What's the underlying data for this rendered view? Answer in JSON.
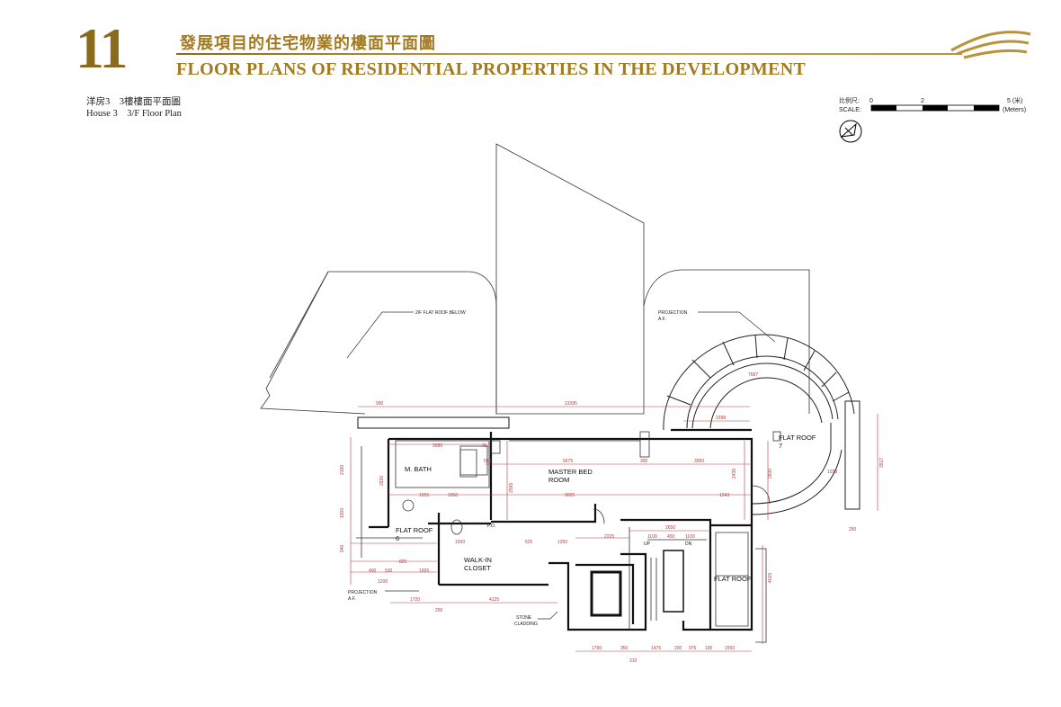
{
  "header": {
    "section_number": "11",
    "title_cn": "發展項目的住宅物業的樓面平面圖",
    "title_en": "FLOOR PLANS OF RESIDENTIAL PROPERTIES IN THE DEVELOPMENT",
    "colors": {
      "gold": "#a37a1f",
      "dark_gold": "#8a6a1c",
      "dimension": "#b23a3a"
    }
  },
  "plan": {
    "subtitle_cn": "洋房3　3樓樓面平面圖",
    "subtitle_en": "House 3　3/F Floor Plan",
    "scale": {
      "label_cn": "比例尺:",
      "label_en": "SCALE:",
      "tick_0": "0",
      "tick_2": "2",
      "tick_5": "5 (米)",
      "unit_en": "(Meters)"
    },
    "north_icon": "north-arrow-icon",
    "logo_icon": "wave-logo-icon",
    "labels": {
      "flat_roof_below": "2/F FLAT ROOF BELOW",
      "projection_top": "PROJECTION",
      "projection_top_af": "A.F.",
      "flat_roof_7": "FLAT ROOF",
      "flat_roof_7_num": "7",
      "m_bath": "M. BATH",
      "master_bed": "MASTER BED",
      "master_bed_2": "ROOM",
      "flat_roof_6": "FLAT ROOF",
      "flat_roof_6_num": "6",
      "walk_in": "WALK-IN",
      "walk_in_2": "CLOSET",
      "projection_left": "PROJECTION",
      "projection_left_af": "A.F.",
      "stone": "STONE",
      "cladding": "CLADDING",
      "flat_roof_right": "FLAT ROOF",
      "up": "UP",
      "dn": "DN",
      "pd": "P.D."
    },
    "dims": {
      "d990": "990",
      "d13395": "13395",
      "d2298": "2298",
      "d3080": "3080",
      "d450": "450",
      "d5675": "5675",
      "d300": "300",
      "d3950": "3950",
      "d550": "550",
      "d1055": "1055",
      "d1050": "1050",
      "d9025": "9025",
      "d1243": "1243",
      "d2650": "2650",
      "d1100a": "1100",
      "d450b": "450",
      "d1100b": "1100",
      "d2225": "2225",
      "d1250": "1250",
      "d1500": "1500",
      "d525": "525",
      "d825": "825",
      "d400": "400",
      "d530": "530",
      "d1005": "1005",
      "d1200": "1200",
      "d1720": "1720",
      "d4125": "4125",
      "d200": "200",
      "d1790": "1790",
      "d350": "350",
      "d1475": "1475",
      "d200b": "200",
      "d975": "975",
      "d100": "100",
      "d1550": "1550",
      "d310": "310",
      "d3917": "3917",
      "d1033": "1033",
      "d250": "250",
      "d2190": "2190",
      "d2930": "2930",
      "d1300": "1300",
      "d940": "940",
      "d2595": "2595",
      "d2830": "2830",
      "d2439": "2439",
      "d4015": "4015",
      "d7687": "7687"
    }
  }
}
